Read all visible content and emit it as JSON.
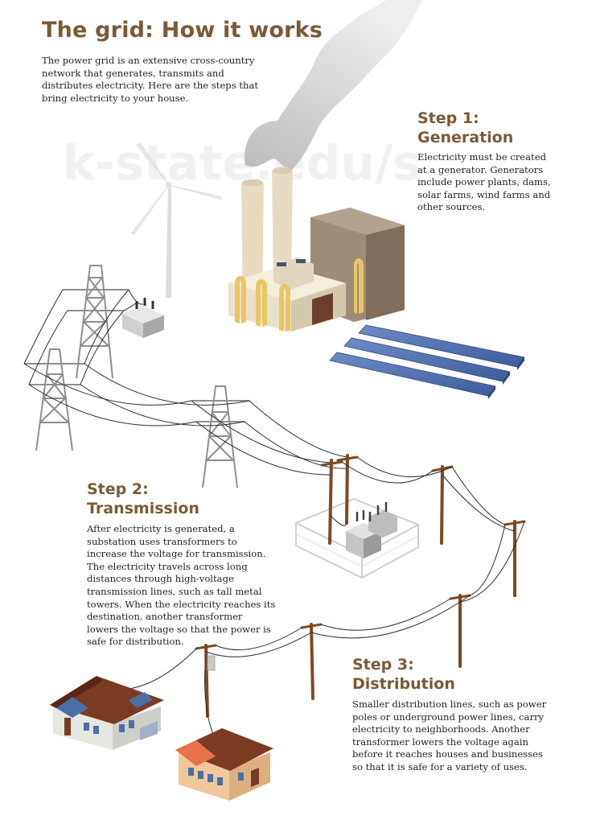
{
  "title": "The grid: How it works",
  "intro": "The power grid is an extensive cross-country network that generates, transmits and distributes electricity. Here are the steps that bring electricity to your house.",
  "watermark": "k-state.edu/s",
  "steps": [
    {
      "number": "Step 1:",
      "name": "Generation",
      "text": "Electricity must be created at a generator. Generators include power plants, dams, solar farms, wind farms and other sources."
    },
    {
      "number": "Step 2:",
      "name": "Transmission",
      "text": "After electricity is generated, a substation uses transformers to increase the voltage for transmission. The electricity travels across long distances through high-voltage transmission lines, such as tall metal towers. When the electricity reaches its destination, another transformer lowers the voltage so that the power is safe for distribution."
    },
    {
      "number": "Step 3:",
      "name": "Distribution",
      "text": "Smaller distribution lines, such as power poles or underground power lines, carry electricity to neighborhoods. Another transformer lowers the voltage again before it reaches houses and businesses so that it is safe for a variety of uses."
    }
  ],
  "colors": {
    "heading": "#7a5a35",
    "body_text": "#222222",
    "wire": "#2b2b2b",
    "tower": "#8e8e8e",
    "pole": "#7b4a26",
    "solar_panel": "#4a6aa8",
    "factory_cream": "#ece3cf",
    "factory_brown": "#8b7a66",
    "smoke": "#c9c9c9",
    "roof": "#7b3a22",
    "house_wall_1": "#e7e7e2",
    "house_wall_2": "#f0c89a"
  }
}
